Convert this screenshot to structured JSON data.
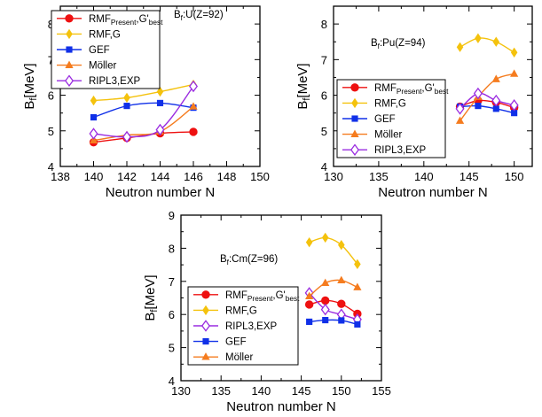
{
  "chart_data": [
    {
      "type": "line",
      "annotation": "B_f:U(Z=92)",
      "xlabel": "Neutron number N",
      "ylabel": "B_f[MeV]",
      "xlim": [
        138,
        150
      ],
      "ylim": [
        4,
        8.5
      ],
      "xticks": [
        138,
        140,
        142,
        144,
        146,
        148,
        150
      ],
      "yticks": [
        4,
        5,
        6,
        7,
        8
      ],
      "legend_position": "top-left",
      "series": [
        {
          "name": "RMF_Present,G'_best",
          "marker": "circle",
          "color": "#ee1111",
          "x": [
            140,
            142,
            144,
            146
          ],
          "y": [
            4.68,
            4.8,
            4.93,
            4.97
          ]
        },
        {
          "name": "RMF,G",
          "marker": "diamond",
          "color": "#f4c20d",
          "x": [
            140,
            142,
            144,
            146
          ],
          "y": [
            5.85,
            5.93,
            6.1,
            6.3
          ]
        },
        {
          "name": "GEF",
          "marker": "square",
          "color": "#1030e8",
          "x": [
            140,
            142,
            144,
            146
          ],
          "y": [
            5.38,
            5.7,
            5.78,
            5.65
          ]
        },
        {
          "name": "Möller",
          "marker": "triangle",
          "color": "#f57c1f",
          "x": [
            140,
            142,
            144,
            146
          ],
          "y": [
            4.73,
            4.88,
            4.98,
            5.68
          ]
        },
        {
          "name": "RIPL3,EXP",
          "marker": "open-diamond",
          "color": "#9a2be0",
          "x": [
            140,
            142,
            144,
            146
          ],
          "y": [
            4.92,
            4.83,
            5.03,
            6.25
          ]
        }
      ]
    },
    {
      "type": "line",
      "annotation": "B_f:Pu(Z=94)",
      "xlabel": "Neutron number N",
      "ylabel": "B_f[MeV]",
      "xlim": [
        130,
        152
      ],
      "ylim": [
        4,
        8.5
      ],
      "xticks": [
        130,
        135,
        140,
        145,
        150
      ],
      "yticks": [
        4,
        5,
        6,
        7,
        8
      ],
      "legend_position": "middle-left",
      "series": [
        {
          "name": "RMF_Present,G'_best",
          "marker": "circle",
          "color": "#ee1111",
          "x": [
            144,
            146,
            148,
            150
          ],
          "y": [
            5.68,
            5.85,
            5.8,
            5.65
          ]
        },
        {
          "name": "RMF,G",
          "marker": "diamond",
          "color": "#f4c20d",
          "x": [
            144,
            146,
            148,
            150
          ],
          "y": [
            7.35,
            7.6,
            7.5,
            7.2
          ]
        },
        {
          "name": "GEF",
          "marker": "square",
          "color": "#1030e8",
          "x": [
            144,
            146,
            148,
            150
          ],
          "y": [
            5.68,
            5.7,
            5.62,
            5.5
          ]
        },
        {
          "name": "Möller",
          "marker": "triangle",
          "color": "#f57c1f",
          "x": [
            144,
            146,
            148,
            150
          ],
          "y": [
            5.28,
            5.95,
            6.45,
            6.6
          ]
        },
        {
          "name": "RIPL3,EXP",
          "marker": "open-diamond",
          "color": "#9a2be0",
          "x": [
            144,
            146,
            148,
            150
          ],
          "y": [
            5.62,
            6.05,
            5.85,
            5.72
          ]
        }
      ]
    },
    {
      "type": "line",
      "annotation": "B_f:Cm(Z=96)",
      "xlabel": "Neutron number N",
      "ylabel": "B_f[MeV]",
      "xlim": [
        130,
        155
      ],
      "ylim": [
        4,
        9
      ],
      "xticks": [
        130,
        135,
        140,
        145,
        150,
        155
      ],
      "yticks": [
        4,
        5,
        6,
        7,
        8,
        9
      ],
      "legend_position": "middle-left",
      "series": [
        {
          "name": "RMF_Present,G'_best",
          "marker": "circle",
          "color": "#ee1111",
          "x": [
            146,
            148,
            150,
            152
          ],
          "y": [
            6.3,
            6.42,
            6.32,
            6.02
          ]
        },
        {
          "name": "RMF,G",
          "marker": "diamond",
          "color": "#f4c20d",
          "x": [
            146,
            148,
            150,
            152
          ],
          "y": [
            8.18,
            8.32,
            8.1,
            7.52
          ]
        },
        {
          "name": "RIPL3,EXP",
          "marker": "open-diamond",
          "color": "#9a2be0",
          "x": [
            146,
            148,
            150,
            152
          ],
          "y": [
            6.65,
            6.15,
            6.0,
            5.85
          ]
        },
        {
          "name": "GEF",
          "marker": "square",
          "color": "#1030e8",
          "x": [
            146,
            148,
            150,
            152
          ],
          "y": [
            5.78,
            5.83,
            5.82,
            5.7
          ]
        },
        {
          "name": "Möller",
          "marker": "triangle",
          "color": "#f57c1f",
          "x": [
            146,
            148,
            150,
            152
          ],
          "y": [
            6.55,
            6.95,
            7.03,
            6.82
          ]
        }
      ]
    }
  ]
}
